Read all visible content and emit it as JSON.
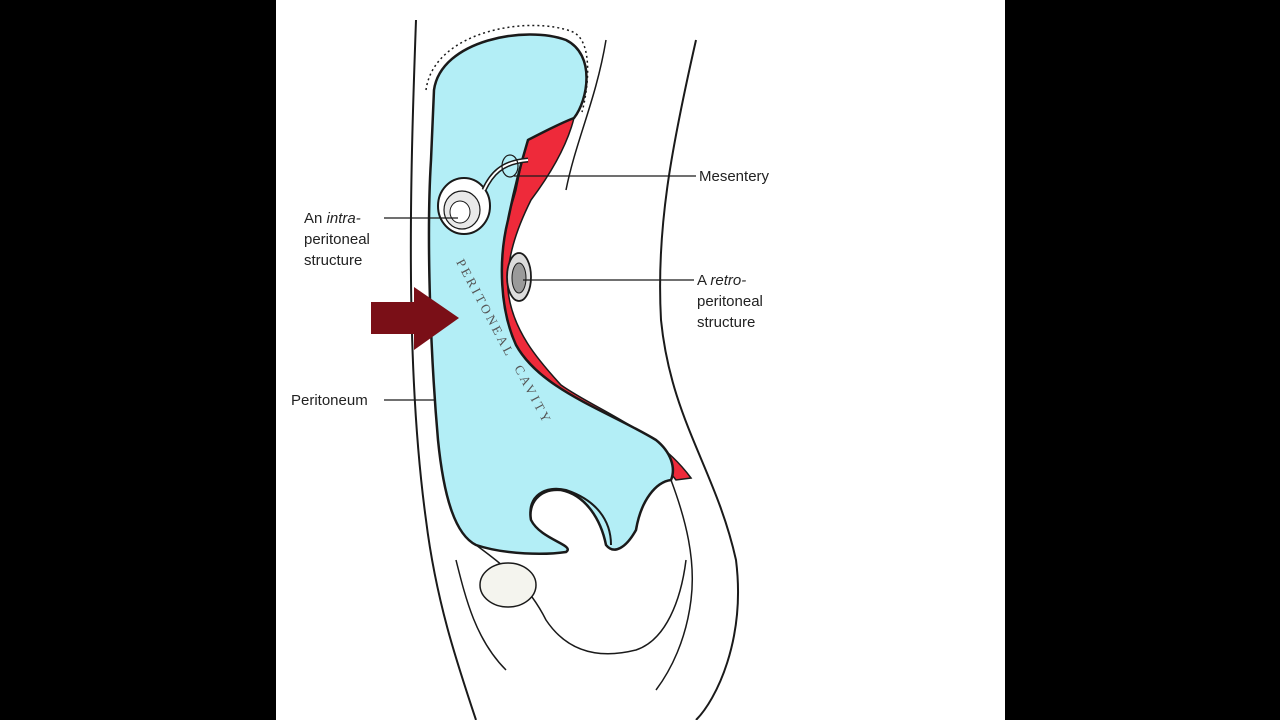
{
  "diagram": {
    "labels": {
      "mesentery": "Mesentery",
      "intra_prefix": "An ",
      "intra_italic": "intra-",
      "intra_line2": "peritoneal",
      "intra_line3": "structure",
      "retro_prefix": "A ",
      "retro_italic": "retro-",
      "retro_line2": "peritoneal",
      "retro_line3": "structure",
      "peritoneum": "Peritoneum",
      "cavity_word1": "PERITONEAL",
      "cavity_word2": "CAVITY"
    },
    "colors": {
      "cavity_fill": "#b3eef6",
      "retroperitoneal_fill": "#ee2a3a",
      "pointer_arrow": "#7a0f17",
      "outline": "#1a1a1a",
      "background": "#ffffff",
      "letterbox": "#000000"
    },
    "icons": {
      "pointer": "right-arrow-icon"
    }
  }
}
